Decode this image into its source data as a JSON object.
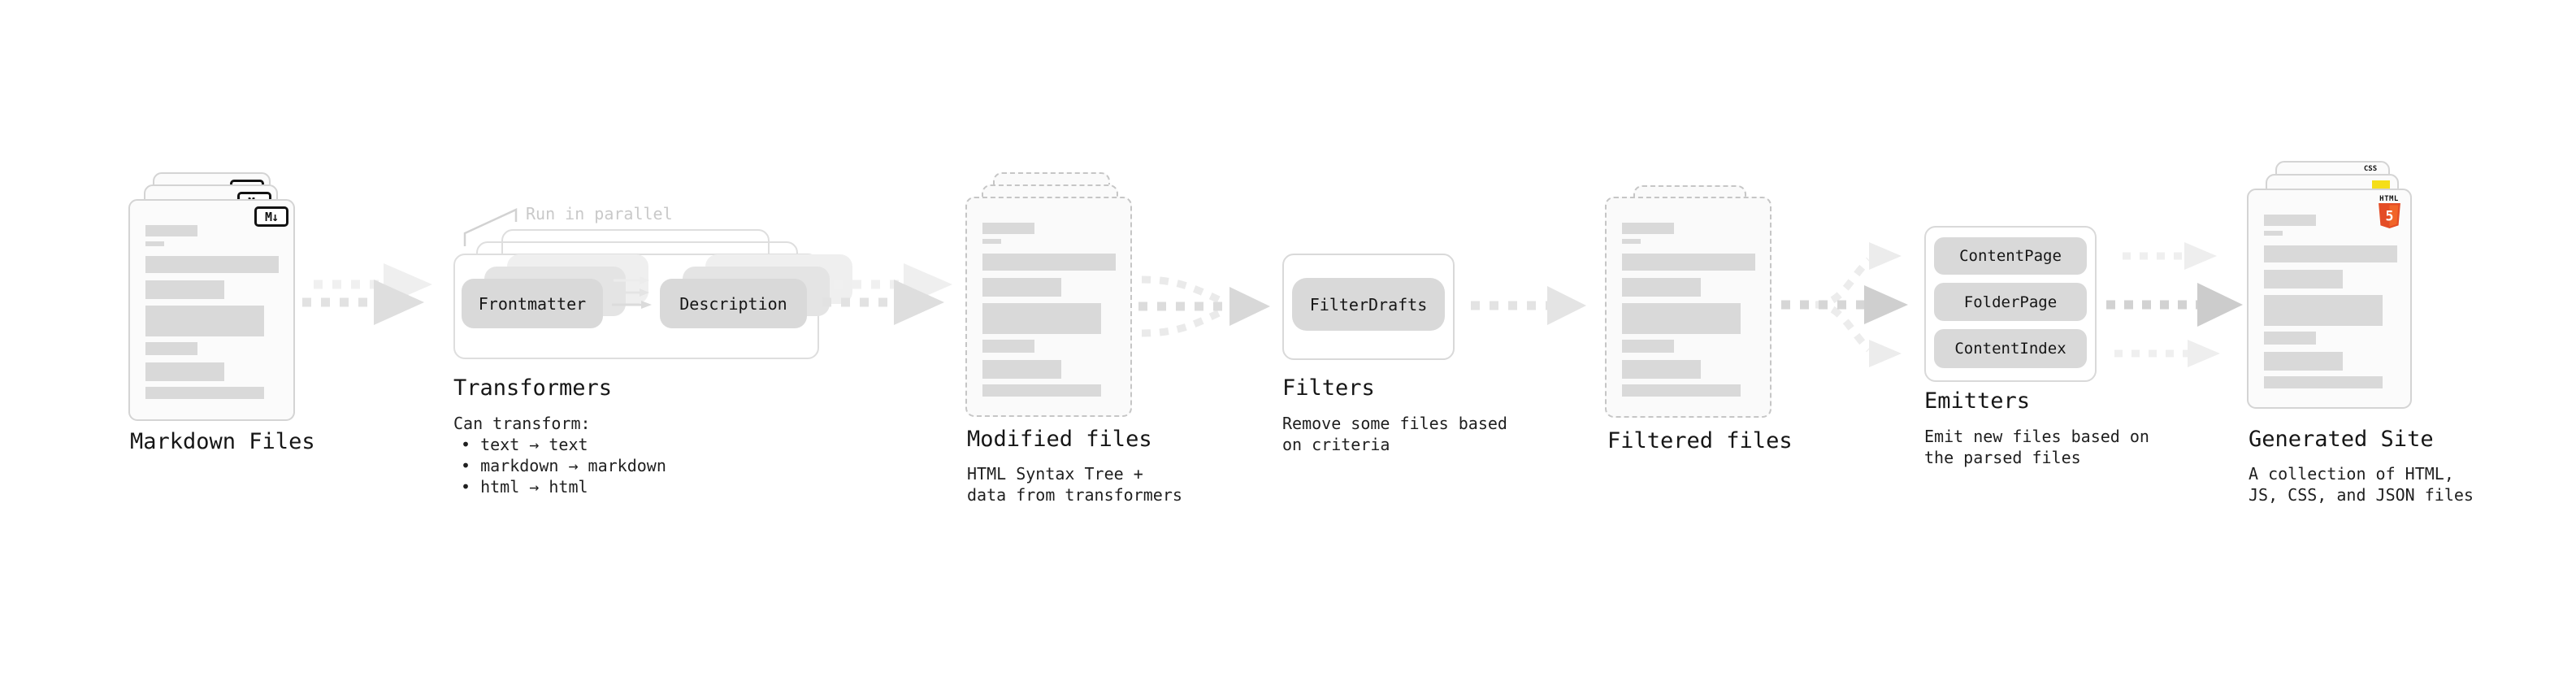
{
  "diagram": {
    "markdown_files": {
      "title": "Markdown Files",
      "file_icon": "M↓"
    },
    "transformers": {
      "title": "Transformers",
      "annotation": "Run in parallel",
      "transformer_a": "Frontmatter",
      "transformer_b": "Description",
      "note_heading": "Can transform:",
      "note_bullets": [
        "• text → text",
        "• markdown → markdown",
        "• html → html"
      ]
    },
    "modified_files": {
      "title": "Modified files",
      "note_line1": "HTML Syntax Tree +",
      "note_line2": "data from transformers"
    },
    "filters": {
      "title": "Filters",
      "filter_name": "FilterDrafts",
      "note_line1": "Remove some files based",
      "note_line2": "on criteria"
    },
    "filtered_files": {
      "title": "Filtered files"
    },
    "emitters": {
      "title": "Emitters",
      "emitter_names": [
        "ContentPage",
        "FolderPage",
        "ContentIndex"
      ],
      "note_line1": "Emit new files based on",
      "note_line2": "the parsed files"
    },
    "generated_site": {
      "title": "Generated Site",
      "note_line1": "A collection of HTML,",
      "note_line2": "JS, CSS, and JSON files",
      "css_badge": "CSS",
      "html_badge": "HTML",
      "html5_number": "5"
    }
  },
  "colors": {
    "html5_shield_dark": "#e44d26",
    "html5_shield_light": "#f16529",
    "js_yellow": "#f5de19",
    "css_blue": "#2965f1",
    "skeleton_bar": "#d9d9d9",
    "pill_gray": "#d9d9d9",
    "dashed_border": "#c6c6c6",
    "annotation_gray": "#c9c9c9"
  }
}
